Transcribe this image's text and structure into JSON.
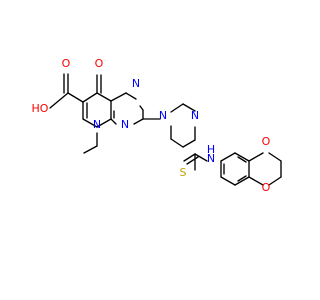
{
  "atoms": {
    "hydroxyl": "HO",
    "carbonyl_o": "O",
    "ring_n_top": "N",
    "ring_n_left": "N",
    "ring_n_ethyl": "N",
    "ring_n_carbon": "N",
    "piperazine_n_left": "N",
    "piperazine_n_right": "N",
    "thioamide_n": "N",
    "thioamide_h": "H",
    "sulfur": "S",
    "dioxane_o_top": "O",
    "dioxane_o_bottom": "O"
  },
  "colors": {
    "oxygen": "#ff0000",
    "nitrogen": "#0000ff",
    "sulfur": "#c8a000",
    "bond": "#000000",
    "background": "#ffffff"
  }
}
